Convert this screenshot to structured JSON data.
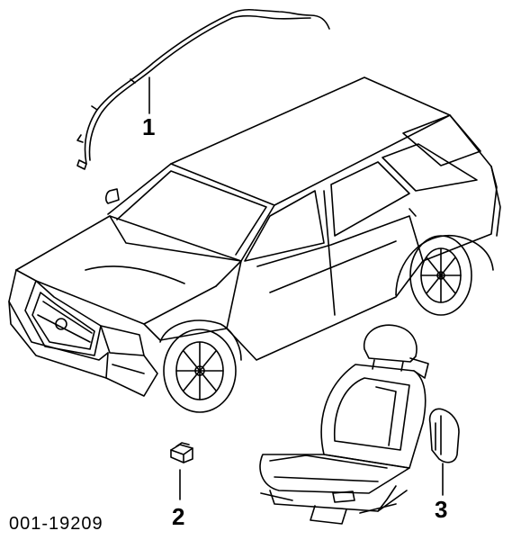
{
  "callouts": {
    "c1": "1",
    "c2": "2",
    "c3": "3"
  },
  "document_id": "001-19209",
  "icons": {
    "vehicle": "suv-vehicle-illustration",
    "curtain_airbag": "roof-rail-airbag-illustration",
    "sensor": "small-sensor-illustration",
    "seat": "front-seat-illustration",
    "side_airbag": "seat-side-airbag-module-illustration"
  }
}
